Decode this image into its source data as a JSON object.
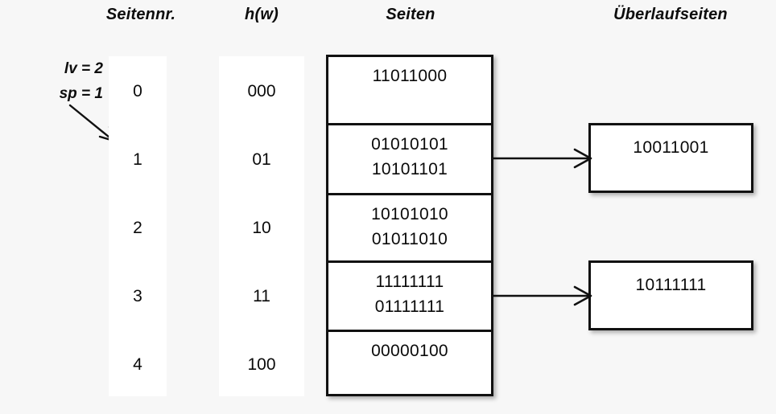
{
  "headers": {
    "seitennr": "Seitennr.",
    "hw": "h(w)",
    "seiten": "Seiten",
    "ueberlaufseiten": "Überlaufseiten"
  },
  "params": {
    "lv": "lv = 2",
    "sp": "sp = 1",
    "arrow_icon": "diagonal-arrow-icon"
  },
  "columns": {
    "seitennr_values": [
      "0",
      "1",
      "2",
      "3",
      "4"
    ],
    "hw_values": [
      "000",
      "01",
      "10",
      "11",
      "100"
    ]
  },
  "pages": [
    {
      "index": 0,
      "entries": [
        "11011000"
      ]
    },
    {
      "index": 1,
      "entries": [
        "01010101",
        "10101101"
      ]
    },
    {
      "index": 2,
      "entries": [
        "10101010",
        "01011010"
      ]
    },
    {
      "index": 3,
      "entries": [
        "11111111",
        "01111111"
      ]
    },
    {
      "index": 4,
      "entries": [
        "00000100"
      ]
    }
  ],
  "overflow_pages": [
    {
      "from_page": 1,
      "entries": [
        "10011001"
      ]
    },
    {
      "from_page": 3,
      "entries": [
        "10111111"
      ]
    }
  ],
  "connectors": [
    {
      "from_page": 1,
      "to_overflow": 0,
      "icon": "arrow-right-icon"
    },
    {
      "from_page": 3,
      "to_overflow": 1,
      "icon": "arrow-right-icon"
    }
  ],
  "colors": {
    "background": "#f7f7f7",
    "panel": "#ffffff",
    "stroke": "#111111",
    "text": "#0a0a0a"
  }
}
